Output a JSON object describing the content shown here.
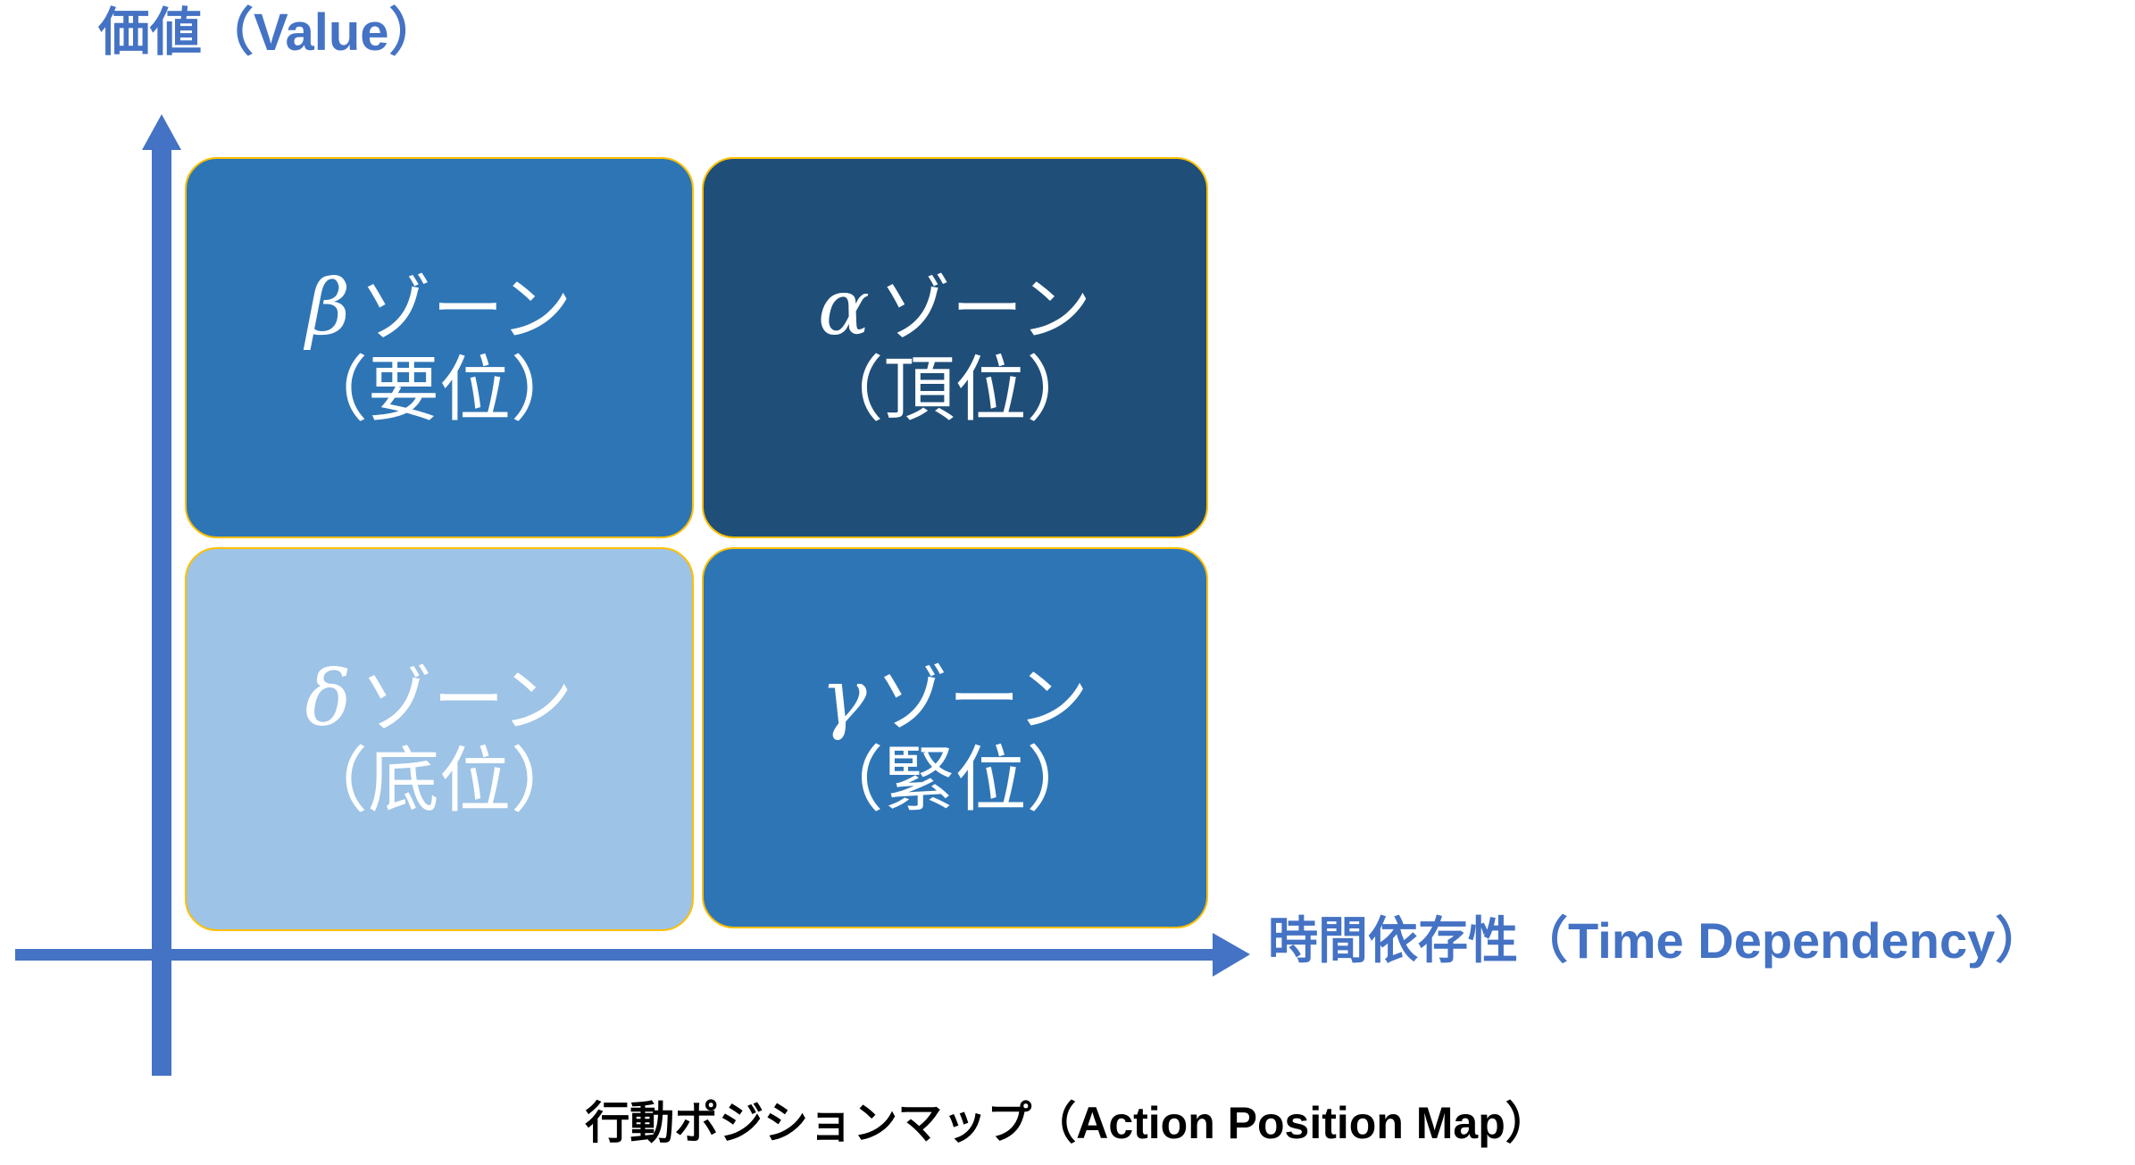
{
  "figure": {
    "caption": "行動ポジションマップ（Action Position Map）",
    "background_color": "#FFFFFF"
  },
  "axes": {
    "y": {
      "label": "価値（Value）",
      "color": "#4472C4",
      "direction": "up",
      "arrow": true
    },
    "x": {
      "label": "時間依存性（Time Dependency）",
      "color": "#4472C4",
      "direction": "right",
      "arrow": true
    }
  },
  "zones": [
    {
      "key": "beta",
      "greek": "β",
      "title": "ゾーン",
      "subtitle": "（要位）",
      "quadrant": "top-left",
      "fill": "#2E75B6",
      "border": "#FFC000",
      "text_color": "#FFFFFF"
    },
    {
      "key": "alpha",
      "greek": "α",
      "title": "ゾーン",
      "subtitle": "（頂位）",
      "quadrant": "top-right",
      "fill": "#1F4E79",
      "border": "#FFC000",
      "text_color": "#FFFFFF"
    },
    {
      "key": "delta",
      "greek": "δ",
      "title": "ゾーン",
      "subtitle": "（底位）",
      "quadrant": "bottom-left",
      "fill": "#9DC3E6",
      "border": "#FFC000",
      "text_color": "#FFFFFF"
    },
    {
      "key": "gamma",
      "greek": "γ",
      "title": "ゾーン",
      "subtitle": "（緊位）",
      "quadrant": "bottom-right",
      "fill": "#2E75B6",
      "border": "#FFC000",
      "text_color": "#FFFFFF"
    }
  ],
  "chart_data": {
    "type": "scatter",
    "title": "行動ポジションマップ（Action Position Map）",
    "xlabel": "時間依存性（Time Dependency）",
    "ylabel": "価値（Value）",
    "grid": false,
    "legend": "none",
    "quadrants": [
      {
        "name": "βゾーン（要位）",
        "x": "low",
        "y": "high",
        "fill": "#2E75B6"
      },
      {
        "name": "αゾーン（頂位）",
        "x": "high",
        "y": "high",
        "fill": "#1F4E79"
      },
      {
        "name": "δゾーン（底位）",
        "x": "low",
        "y": "low",
        "fill": "#9DC3E6"
      },
      {
        "name": "γゾーン（緊位）",
        "x": "high",
        "y": "low",
        "fill": "#2E75B6"
      }
    ]
  }
}
